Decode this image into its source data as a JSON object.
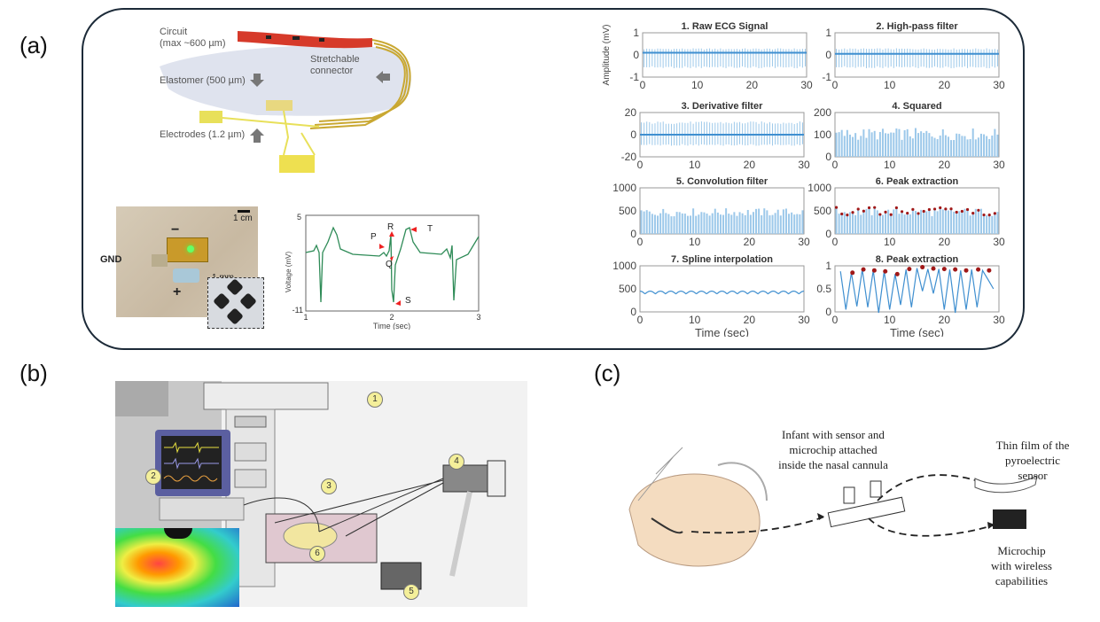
{
  "panels": {
    "a": {
      "label": "(a)",
      "device_diagram": {
        "circuit": "Circuit",
        "circuit_thickness": "(max ~600 µm)",
        "stretchable": "Stretchable",
        "connector": "connector",
        "elastomer": "Elastomer (500 µm)",
        "electrodes": "Electrodes (1.2 µm)"
      },
      "photo": {
        "minus": "−",
        "plus": "+",
        "gnd": "GND",
        "scale_1cm": "1 cm",
        "scale_1mm": "1 mm"
      },
      "ecg_plot": {
        "ylabel": "Voltage (mV)",
        "xlabel": "Time (sec)",
        "y_top": "5",
        "y_bottom": "-11",
        "x_ticks": [
          "1",
          "2",
          "3"
        ],
        "annotations": [
          "P",
          "R",
          "Q",
          "T",
          "S"
        ]
      }
    },
    "b": {
      "label": "(b)",
      "callouts": [
        "1",
        "2",
        "3",
        "4",
        "5",
        "6"
      ]
    },
    "c": {
      "label": "(c)",
      "infant_text_1": "Infant with sensor and",
      "infant_text_2": "microchip attached",
      "infant_text_3": "inside the nasal cannula",
      "film_text_1": "Thin film of the",
      "film_text_2": "pyroelectric",
      "film_text_3": "sensor",
      "chip_text_1": "Microchip",
      "chip_text_2": "with wireless",
      "chip_text_3": "capabilities"
    }
  },
  "chart_data": [
    {
      "type": "line",
      "title": "1. Raw ECG Signal",
      "ylabel": "Amplitude (mV)",
      "xlabel": "",
      "xlim": [
        0,
        30
      ],
      "ylim": [
        -1,
        1
      ],
      "x_ticks": [
        "0",
        "10",
        "20",
        "30"
      ],
      "y_ticks": [
        "-1",
        "0",
        "1"
      ],
      "series": [
        {
          "name": "raw",
          "baseline": 0.1,
          "spike_max": 0.3,
          "spike_min": -0.6,
          "beats_per_30s": 60
        }
      ]
    },
    {
      "type": "line",
      "title": "2. High-pass filter",
      "xlabel": "",
      "xlim": [
        0,
        30
      ],
      "ylim": [
        -1,
        1
      ],
      "x_ticks": [
        "0",
        "10",
        "20",
        "30"
      ],
      "y_ticks": [
        "-1",
        "0",
        "1"
      ],
      "series": [
        {
          "name": "hpf",
          "baseline": 0.05,
          "spike_max": 0.3,
          "spike_min": -0.6,
          "beats_per_30s": 60
        }
      ]
    },
    {
      "type": "line",
      "title": "3. Derivative filter",
      "xlabel": "",
      "xlim": [
        0,
        30
      ],
      "ylim": [
        -20,
        20
      ],
      "x_ticks": [
        "0",
        "10",
        "20",
        "30"
      ],
      "y_ticks": [
        "-20",
        "0",
        "20"
      ],
      "series": [
        {
          "name": "deriv",
          "baseline": 0,
          "spike_max": 12,
          "spike_min": -10,
          "beats_per_30s": 60
        }
      ]
    },
    {
      "type": "bar",
      "title": "4. Squared",
      "xlabel": "",
      "xlim": [
        0,
        30
      ],
      "ylim": [
        0,
        200
      ],
      "x_ticks": [
        "0",
        "10",
        "20",
        "30"
      ],
      "y_ticks": [
        "0",
        "100",
        "200"
      ],
      "series": [
        {
          "name": "squared",
          "mean_peak": 105,
          "peak_range": [
            75,
            130
          ],
          "beats_per_30s": 60
        }
      ]
    },
    {
      "type": "bar",
      "title": "5. Convolution filter",
      "xlabel": "",
      "xlim": [
        0,
        30
      ],
      "ylim": [
        0,
        1000
      ],
      "x_ticks": [
        "0",
        "10",
        "20",
        "30"
      ],
      "y_ticks": [
        "0",
        "500",
        "1000"
      ],
      "series": [
        {
          "name": "conv",
          "mean_peak": 480,
          "peak_range": [
            380,
            560
          ],
          "beats_per_30s": 60
        }
      ]
    },
    {
      "type": "bar",
      "title": "6. Peak extraction",
      "xlabel": "",
      "xlim": [
        0,
        30
      ],
      "ylim": [
        0,
        1000
      ],
      "x_ticks": [
        "0",
        "10",
        "20",
        "30"
      ],
      "y_ticks": [
        "0",
        "500",
        "1000"
      ],
      "series": [
        {
          "name": "conv",
          "mean_peak": 480,
          "peak_range": [
            380,
            560
          ],
          "beats_per_30s": 60
        },
        {
          "name": "peaks",
          "marker": "dot",
          "color": "#a01818"
        }
      ]
    },
    {
      "type": "line",
      "title": "7. Spline interpolation",
      "xlabel": "Time (sec)",
      "xlim": [
        0,
        30
      ],
      "ylim": [
        0,
        1000
      ],
      "x_ticks": [
        "0",
        "10",
        "20",
        "30"
      ],
      "y_ticks": [
        "0",
        "500",
        "1000"
      ],
      "series": [
        {
          "name": "spline",
          "mean": 420,
          "amplitude": 60,
          "cycles": 16
        }
      ]
    },
    {
      "type": "line",
      "title": "8. Peak extraction",
      "xlabel": "Time (sec)",
      "xlim": [
        0,
        30
      ],
      "ylim": [
        0,
        1
      ],
      "x_ticks": [
        "0",
        "10",
        "20",
        "30"
      ],
      "y_ticks": [
        "0",
        "0.5",
        "1"
      ],
      "series": [
        {
          "name": "signal",
          "x": [
            1,
            2,
            3,
            4,
            5,
            6,
            7,
            8,
            9,
            10,
            11,
            12,
            13,
            14,
            15,
            16,
            17,
            18,
            19,
            20,
            21,
            22,
            23,
            24,
            25,
            26,
            27,
            28,
            29
          ],
          "y": [
            0.88,
            0.05,
            0.85,
            0.12,
            0.92,
            0.1,
            0.9,
            -0.02,
            0.88,
            0.05,
            0.82,
            0.15,
            0.92,
            0.1,
            0.95,
            0.45,
            0.93,
            0.4,
            0.93,
            0.05,
            0.92,
            -0.02,
            0.9,
            0.05,
            0.92,
            0.1,
            0.9,
            0.7,
            0.5
          ]
        },
        {
          "name": "peaks",
          "color": "#a01818",
          "x": [
            3.2,
            5.2,
            7.2,
            9.2,
            11.4,
            13.6,
            16.0,
            18.0,
            20.0,
            22.0,
            24.0,
            26.2,
            28.2
          ],
          "y": [
            0.85,
            0.92,
            0.9,
            0.88,
            0.82,
            0.93,
            0.97,
            0.94,
            0.93,
            0.92,
            0.9,
            0.92,
            0.9
          ]
        }
      ]
    }
  ]
}
